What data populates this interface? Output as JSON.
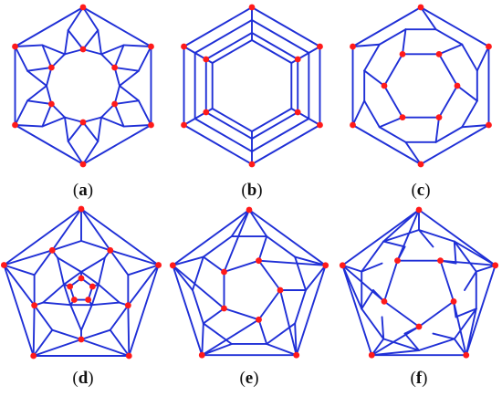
{
  "style": {
    "edge_color": "#1f2fd6",
    "vertex_color": "#ff1a1a"
  },
  "panels": [
    {
      "id": "a",
      "label": "a"
    },
    {
      "id": "b",
      "label": "b"
    },
    {
      "id": "c",
      "label": "c"
    },
    {
      "id": "d",
      "label": "d"
    },
    {
      "id": "e",
      "label": "e"
    },
    {
      "id": "f",
      "label": "f"
    }
  ]
}
